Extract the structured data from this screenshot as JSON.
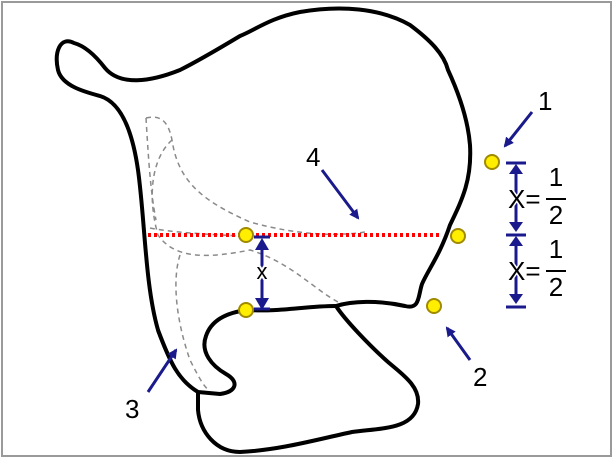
{
  "diagram": {
    "markers": {
      "marker_1": "1",
      "marker_2": "2",
      "marker_3": "3",
      "marker_4": "4"
    },
    "dimension_x": "x",
    "formula_top": {
      "lhs": "X=",
      "numerator": "1",
      "denominator": "2"
    },
    "formula_bottom": {
      "lhs": "X=",
      "numerator": "1",
      "denominator": "2"
    },
    "colors": {
      "outline": "#000000",
      "dashed_guides": "#8a8a8a",
      "red_line": "#ff0000",
      "arrow_blue": "#1a1a8c",
      "landmark_fill": "#ffee00",
      "landmark_stroke": "#a08a00",
      "frame_border": "#9a9a9a"
    }
  }
}
